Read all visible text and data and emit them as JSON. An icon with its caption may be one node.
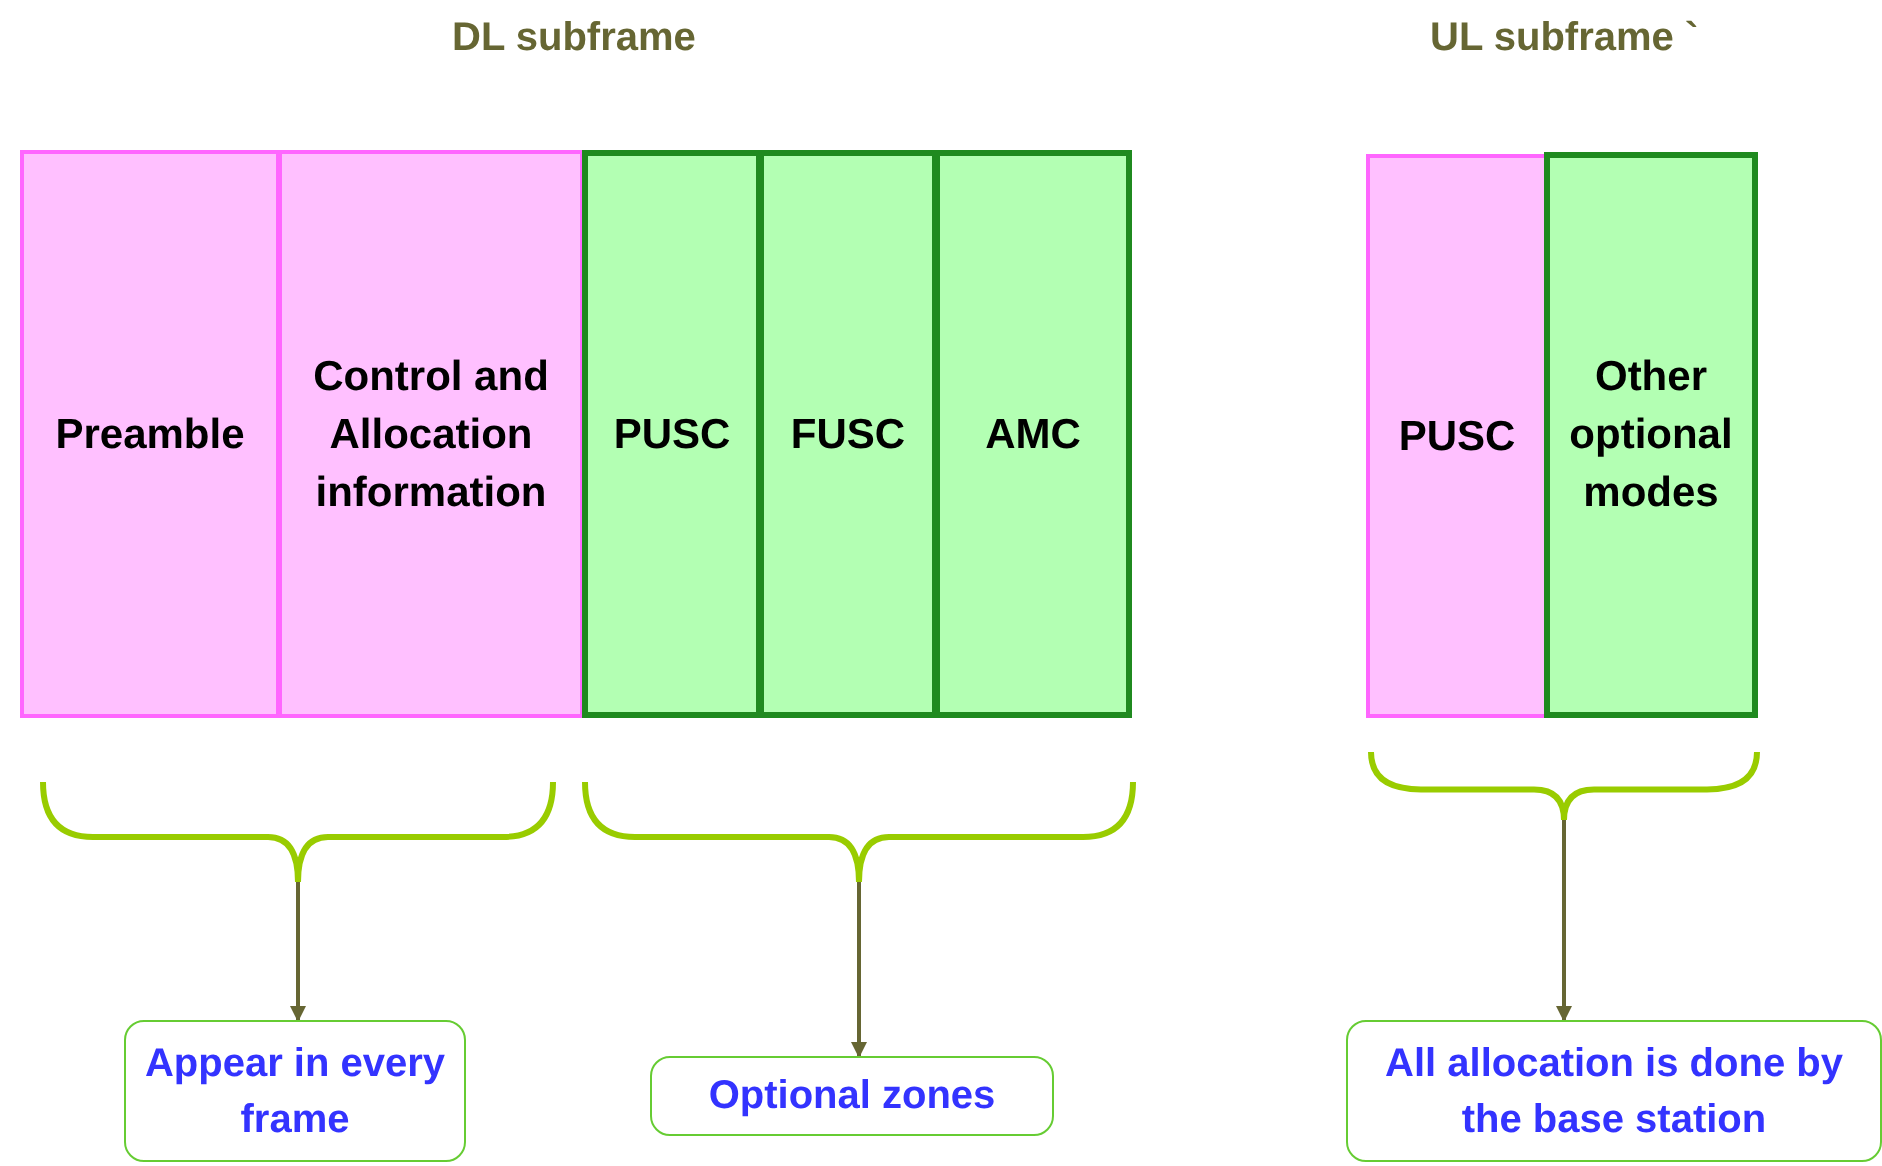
{
  "diagram": {
    "nodes": [
      {
        "text": [
          "Preamble"
        ]
      },
      {
        "text": [
          "Control and Allocation information"
        ]
      },
      {
        "text": [
          "PUSC"
        ]
      },
      {
        "text": [
          "FUSC"
        ]
      },
      {
        "text": [
          "AMC"
        ]
      },
      {
        "text": [
          "PUSC"
        ]
      },
      {
        "text": [
          "Other optional modes"
        ]
      },
      {
        "text": [],
        "shape": "bracket"
      },
      {
        "text": [],
        "shape": "bracket"
      },
      {
        "text": [],
        "shape": "bracket"
      },
      {
        "text": [
          "Appear in every frame"
        ]
      },
      {
        "text": [
          "Optional zones"
        ]
      },
      {
        "text": [
          "All allocation is done by the base station"
        ]
      }
    ],
    "edges": [
      {
        "from": 7,
        "to": 10,
        "arrow": "to"
      },
      {
        "from": 8,
        "to": 11,
        "arrow": "to"
      },
      {
        "from": 9,
        "to": 12,
        "arrow": "to"
      }
    ],
    "labels": [
      "DL subframe",
      "UL subframe `"
    ]
  }
}
